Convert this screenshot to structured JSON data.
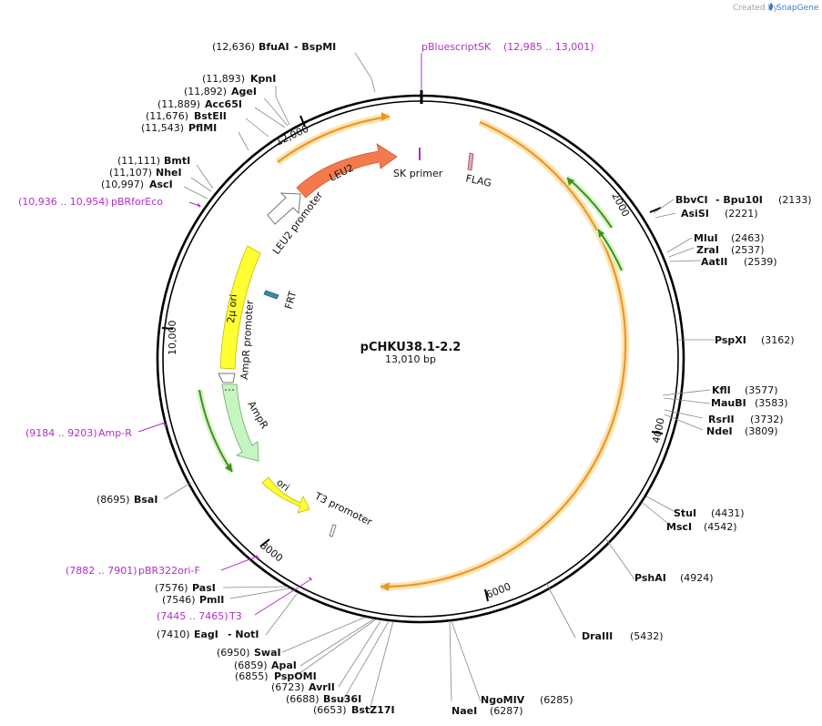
{
  "watermark": {
    "text": "Created by",
    "brand": "SnapGene"
  },
  "plasmid": {
    "name": "pCHKU38.1-2.2",
    "size_label": "13,010 bp",
    "total_bp": 13010
  },
  "ticks": [
    "2000",
    "4000",
    "6000",
    "8000",
    "10,000",
    "12,000"
  ],
  "enzyme_labels": [
    {
      "pos": "(12,636)",
      "name": "BfuAI",
      "extra": "- BspMI"
    },
    {
      "pos": "(11,893)",
      "name": "KpnI"
    },
    {
      "pos": "(11,892)",
      "name": "AgeI"
    },
    {
      "pos": "(11,889)",
      "name": "Acc65I"
    },
    {
      "pos": "(11,676)",
      "name": "BstEII"
    },
    {
      "pos": "(11,543)",
      "name": "PflMI"
    },
    {
      "pos": "(11,111)",
      "name": "BmtI"
    },
    {
      "pos": "(11,107)",
      "name": "NheI"
    },
    {
      "pos": "(10,997)",
      "name": "AscI"
    },
    {
      "pos": "(8695)",
      "name": "BsaI"
    },
    {
      "pos": "(7576)",
      "name": "PasI"
    },
    {
      "pos": "(7546)",
      "name": "PmlI"
    },
    {
      "pos": "(7410)",
      "name": "EagI",
      "extra": "- NotI"
    },
    {
      "pos": "(6950)",
      "name": "SwaI"
    },
    {
      "pos": "(6859)",
      "name": "ApaI"
    },
    {
      "pos": "(6855)",
      "name": "PspOMI"
    },
    {
      "pos": "(6723)",
      "name": "AvrII"
    },
    {
      "pos": "(6688)",
      "name": "Bsu36I"
    },
    {
      "pos": "(6653)",
      "name": "BstZ17I"
    },
    {
      "name": "BbvCI",
      "extra": "- Bpu10I",
      "pos": "(2133)"
    },
    {
      "name": "AsiSI",
      "pos": "(2221)"
    },
    {
      "name": "MluI",
      "pos": "(2463)"
    },
    {
      "name": "ZraI",
      "pos": "(2537)"
    },
    {
      "name": "AatII",
      "pos": "(2539)"
    },
    {
      "name": "PspXI",
      "pos": "(3162)"
    },
    {
      "name": "KflI",
      "pos": "(3577)"
    },
    {
      "name": "MauBI",
      "pos": "(3583)"
    },
    {
      "name": "RsrII",
      "pos": "(3732)"
    },
    {
      "name": "NdeI",
      "pos": "(3809)"
    },
    {
      "name": "StuI",
      "pos": "(4431)"
    },
    {
      "name": "MscI",
      "pos": "(4542)"
    },
    {
      "name": "PshAI",
      "pos": "(4924)"
    },
    {
      "name": "DraIII",
      "pos": "(5432)"
    },
    {
      "name": "NgoMIV",
      "pos": "(6285)"
    },
    {
      "name": "NaeI",
      "pos": "(6287)"
    }
  ],
  "primer_labels": [
    {
      "name": "pBluescriptSK",
      "range": "(12,985 .. 13,001)"
    },
    {
      "range": "(10,936 .. 10,954)",
      "name": "pBRforEco"
    },
    {
      "range": "(9184 .. 9203)",
      "name": "Amp-R"
    },
    {
      "range": "(7882 .. 7901)",
      "name": "pBR322ori-F"
    },
    {
      "range": "(7445 .. 7465)",
      "name": "T3"
    }
  ],
  "features": {
    "leu2": "LEU2",
    "leu2_promoter": "LEU2 promoter",
    "sk_primer": "SK primer",
    "flag": "FLAG",
    "two_micron": "2μ ori",
    "ampr_promoter": "AmpR promoter",
    "frt": "FRT",
    "ampr": "AmpR",
    "ori": "ori",
    "t3_promoter": "T3 promoter"
  },
  "colors": {
    "backbone": "#000000",
    "primer": "#b12fc8",
    "orange_feature": "#f6a93b",
    "green_feature": "#6abf3b",
    "leu2": "#f47a4e",
    "two_micron": "#ffff00",
    "ampr": "#c6f5c2",
    "frt": "#3d8aa5"
  }
}
